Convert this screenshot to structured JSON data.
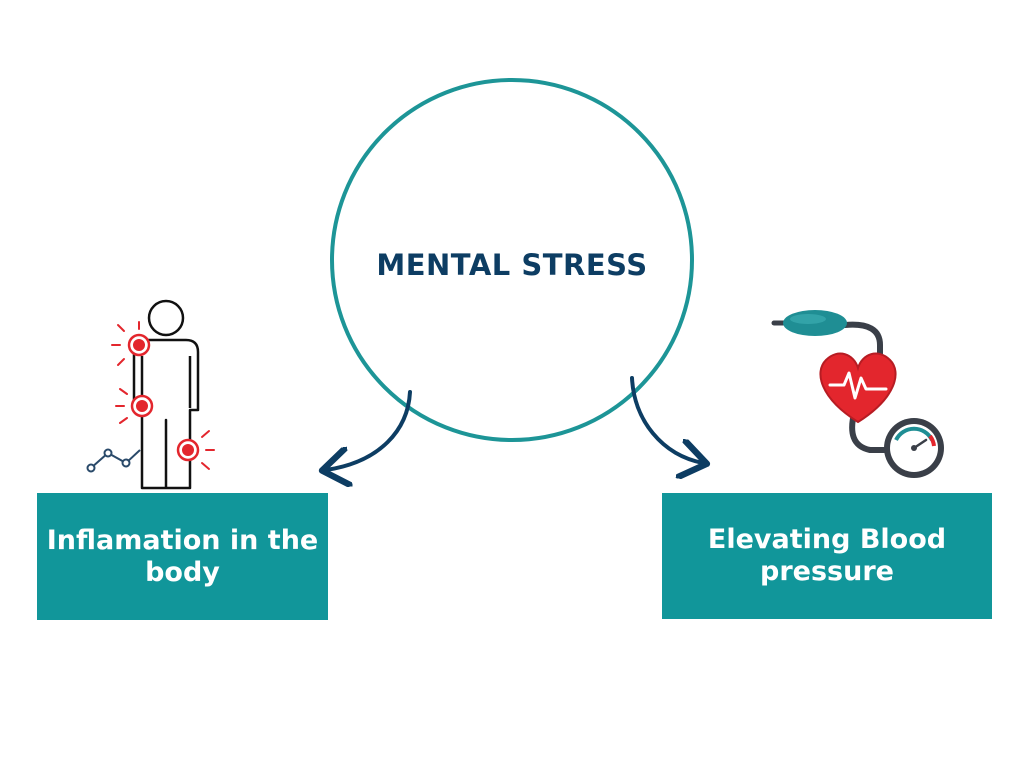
{
  "diagram": {
    "center": {
      "label": "MENTAL STRESS"
    },
    "left_box": {
      "label": "Inflamation in the body"
    },
    "right_box": {
      "label": "Elevating Blood pressure"
    },
    "icons": {
      "left": "body-inflammation-icon",
      "right": "blood-pressure-icon"
    },
    "colors": {
      "teal": "#11969a",
      "circle_border": "#1d9597",
      "navy": "#0d3d63",
      "red": "#e3262d",
      "white": "#ffffff"
    }
  }
}
